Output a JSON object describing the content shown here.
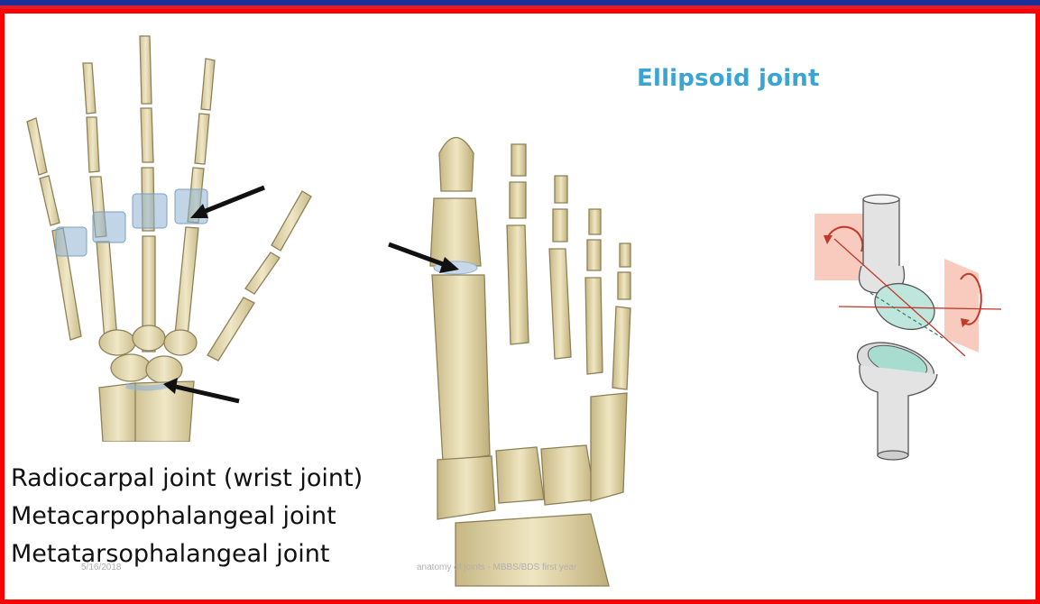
{
  "slide": {
    "title": "Ellipsoid joint",
    "examples": [
      "Radiocarpal joint (wrist joint)",
      "Metacarpophalangeal joint",
      "Metatarsophalangeal joint"
    ],
    "footer_date": "5/16/2018",
    "footer_credit": "anatomy of joints - MBBS/BDS first year"
  },
  "colors": {
    "title": "#3aa5d4",
    "frame": "#ff0000",
    "top_bar": "#1b2f96",
    "bone": "#e6dcb4",
    "joint_highlight": "#a9c7de"
  },
  "figures": [
    {
      "name": "hand-skeleton-illustration"
    },
    {
      "name": "foot-skeleton-illustration"
    },
    {
      "name": "ellipsoid-joint-schematic"
    }
  ]
}
